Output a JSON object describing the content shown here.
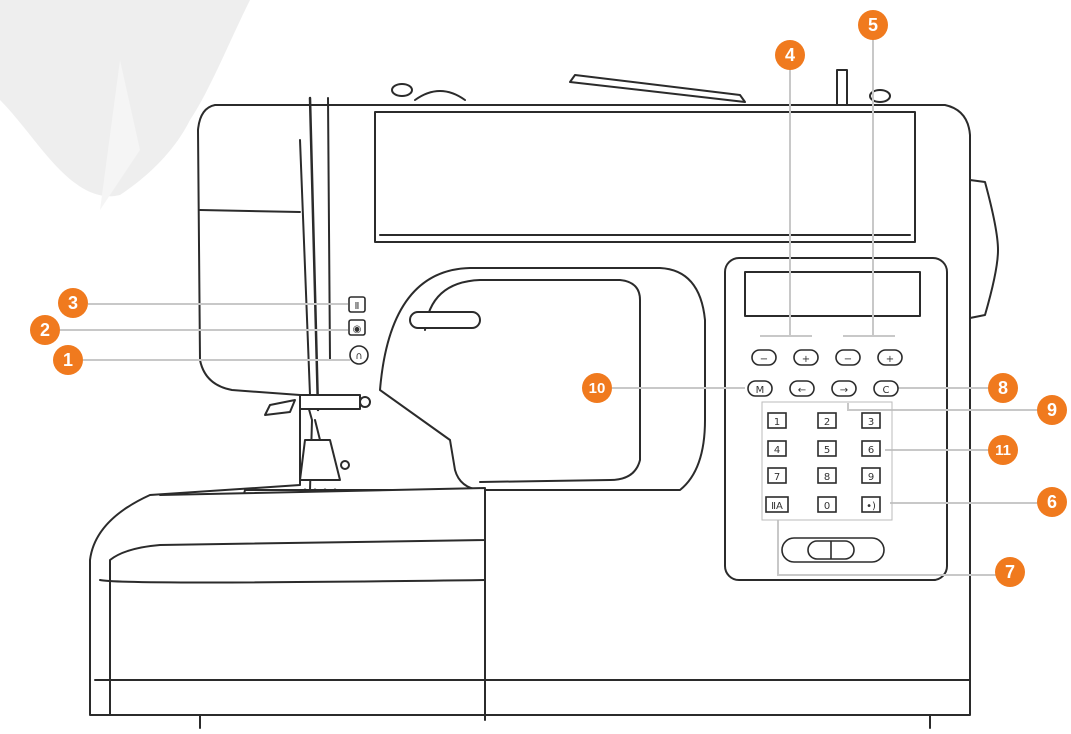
{
  "colors": {
    "callout": "#f07a1e",
    "outline": "#2b2b2b",
    "leader": "#c8c8c8",
    "leaf": "#eeeeee"
  },
  "callouts": [
    "1",
    "2",
    "3",
    "4",
    "5",
    "6",
    "7",
    "8",
    "9",
    "10",
    "11"
  ],
  "panel": {
    "plus": "+",
    "minus": "−",
    "memory_key": "M",
    "left_key": "←",
    "right_key": "→",
    "clear_key": "C",
    "keypad": [
      "1",
      "2",
      "3",
      "4",
      "5",
      "6",
      "7",
      "8",
      "9",
      "0"
    ],
    "mode_key": "ⅡA",
    "sound_key": "•)"
  },
  "side_buttons": {
    "reverse": "Ⅱ",
    "needle": "◉",
    "start": "∩"
  }
}
